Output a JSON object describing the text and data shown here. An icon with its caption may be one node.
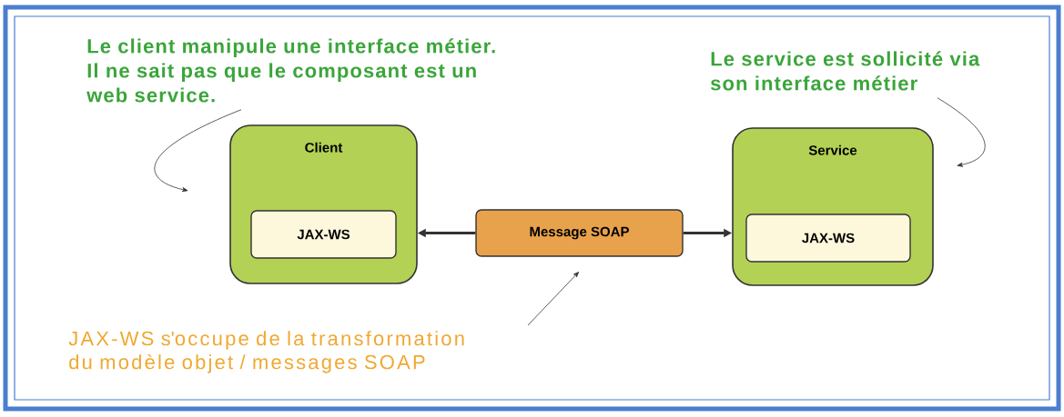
{
  "diagram": {
    "nodes": [
      {
        "text": [
          "Client"
        ]
      },
      {
        "text": [
          "JAX-WS"
        ],
        "in": 0
      },
      {
        "text": [
          "Message SOAP"
        ]
      },
      {
        "text": [
          "Service"
        ]
      },
      {
        "text": [
          "JAX-WS"
        ],
        "in": 3
      },
      {
        "text": [
          "Le client manipule une interface métier. Il ne sait pas que le composant est un web service."
        ]
      },
      {
        "text": [
          "Le service est sollicité via son interface métier"
        ]
      },
      {
        "text": [
          "JAX-WS s'occupe de la transformation du modèle objet / messages SOAP"
        ]
      }
    ],
    "edges": [
      {
        "from": 2,
        "to": 0,
        "arrow": "to",
        "style": "thick"
      },
      {
        "from": 2,
        "to": 3,
        "arrow": "to",
        "style": "thick"
      },
      {
        "from": 5,
        "to": 0,
        "arrow": "to"
      },
      {
        "from": 6,
        "to": 3,
        "arrow": "to"
      },
      {
        "from": 7,
        "to": 2,
        "arrow": "to"
      }
    ]
  }
}
